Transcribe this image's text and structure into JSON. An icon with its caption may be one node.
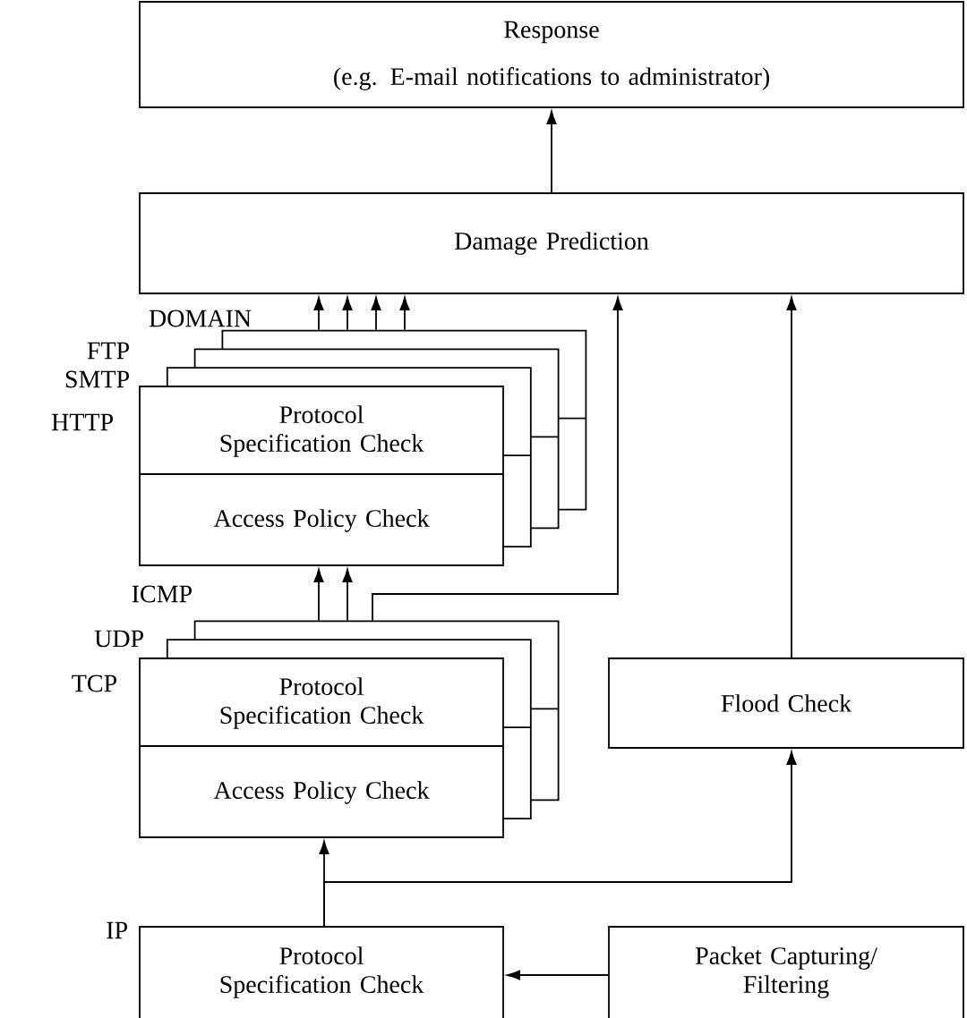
{
  "diagram": {
    "nodes": [
      {
        "text": [
          "Response",
          "(e.g. E-mail notifications to administrator)"
        ]
      },
      {
        "text": [
          "Damage Prediction"
        ]
      },
      {
        "text": [
          "Protocol Specification Check",
          "Access Policy Check"
        ],
        "beside": [
          "DOMAIN",
          "FTP",
          "SMTP",
          "HTTP"
        ]
      },
      {
        "text": [
          "Protocol Specification Check",
          "Access Policy Check"
        ],
        "beside": [
          "ICMP",
          "UDP",
          "TCP"
        ]
      },
      {
        "text": [
          "Flood Check"
        ]
      },
      {
        "text": [
          "Protocol Specification Check"
        ],
        "beside": [
          "IP"
        ]
      },
      {
        "text": [
          "Packet Capturing/ Filtering"
        ]
      }
    ],
    "edges": [
      {
        "from": 1,
        "to": 0,
        "arrow": "to"
      },
      {
        "from": 2,
        "to": 1,
        "arrow": "to"
      },
      {
        "from": 2,
        "to": 1,
        "arrow": "to"
      },
      {
        "from": 2,
        "to": 1,
        "arrow": "to"
      },
      {
        "from": 2,
        "to": 1,
        "arrow": "to"
      },
      {
        "from": 3,
        "to": 2,
        "arrow": "to"
      },
      {
        "from": 3,
        "to": 2,
        "arrow": "to"
      },
      {
        "from": 3,
        "to": 1,
        "arrow": "to"
      },
      {
        "from": 5,
        "to": 3,
        "arrow": "to"
      },
      {
        "from": 5,
        "to": 4,
        "arrow": "to"
      },
      {
        "from": 4,
        "to": 1,
        "arrow": "to"
      },
      {
        "from": 6,
        "to": 5,
        "arrow": "to"
      }
    ]
  }
}
